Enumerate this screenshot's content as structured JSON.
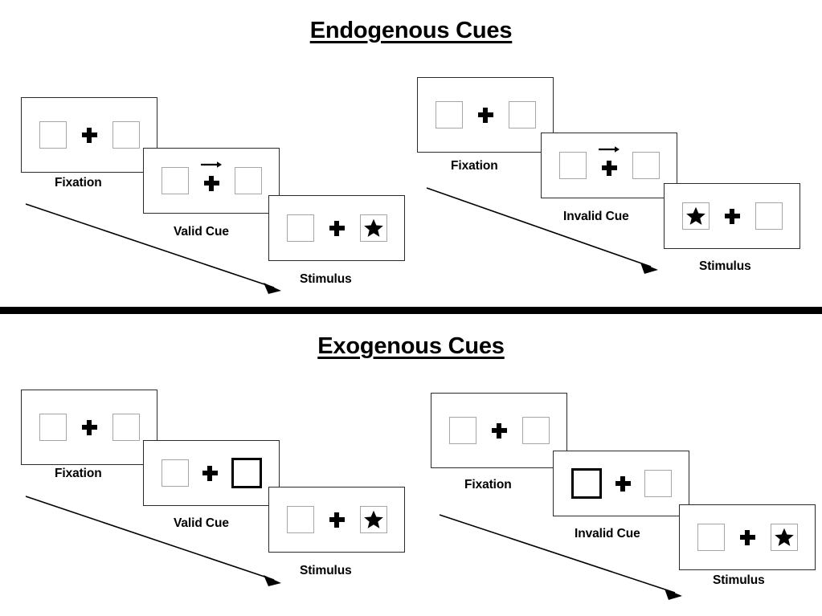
{
  "figure": {
    "title_endogenous": "Endogenous Cues",
    "title_exogenous": "Exogenous Cues",
    "captions": {
      "fixation": "Fixation",
      "valid_cue": "Valid Cue",
      "invalid_cue": "Invalid Cue",
      "stimulus": "Stimulus"
    },
    "colors": {
      "panel_border": "#2b2b2b",
      "box_border": "#a6a6a6",
      "cued_box_border": "#000000",
      "ink": "#000000",
      "background": "#ffffff"
    }
  },
  "sections": [
    {
      "id": "endogenous",
      "title": "Endogenous Cues",
      "cue_type": "central-arrow",
      "sequences": [
        {
          "id": "endogenous-valid",
          "validity": "valid",
          "frames": [
            {
              "caption": "Fixation",
              "cue": "none",
              "cue_direction": "",
              "stimulus_side": "none"
            },
            {
              "caption": "Valid Cue",
              "cue": "arrow",
              "cue_direction": "right",
              "stimulus_side": "none"
            },
            {
              "caption": "Stimulus",
              "cue": "none",
              "cue_direction": "",
              "stimulus_side": "right"
            }
          ]
        },
        {
          "id": "endogenous-invalid",
          "validity": "invalid",
          "frames": [
            {
              "caption": "Fixation",
              "cue": "none",
              "cue_direction": "",
              "stimulus_side": "none"
            },
            {
              "caption": "Invalid Cue",
              "cue": "arrow",
              "cue_direction": "right",
              "stimulus_side": "none"
            },
            {
              "caption": "Stimulus",
              "cue": "none",
              "cue_direction": "",
              "stimulus_side": "left"
            }
          ]
        }
      ]
    },
    {
      "id": "exogenous",
      "title": "Exogenous Cues",
      "cue_type": "peripheral-box-flash",
      "sequences": [
        {
          "id": "exogenous-valid",
          "validity": "valid",
          "frames": [
            {
              "caption": "Fixation",
              "cue": "none",
              "cue_side": "",
              "stimulus_side": "none"
            },
            {
              "caption": "Valid Cue",
              "cue": "box-highlight",
              "cue_side": "right",
              "stimulus_side": "none"
            },
            {
              "caption": "Stimulus",
              "cue": "none",
              "cue_side": "",
              "stimulus_side": "right"
            }
          ]
        },
        {
          "id": "exogenous-invalid",
          "validity": "invalid",
          "frames": [
            {
              "caption": "Fixation",
              "cue": "none",
              "cue_side": "",
              "stimulus_side": "none"
            },
            {
              "caption": "Invalid Cue",
              "cue": "box-highlight",
              "cue_side": "left",
              "stimulus_side": "none"
            },
            {
              "caption": "Stimulus",
              "cue": "none",
              "cue_side": "",
              "stimulus_side": "right"
            }
          ]
        }
      ]
    }
  ]
}
